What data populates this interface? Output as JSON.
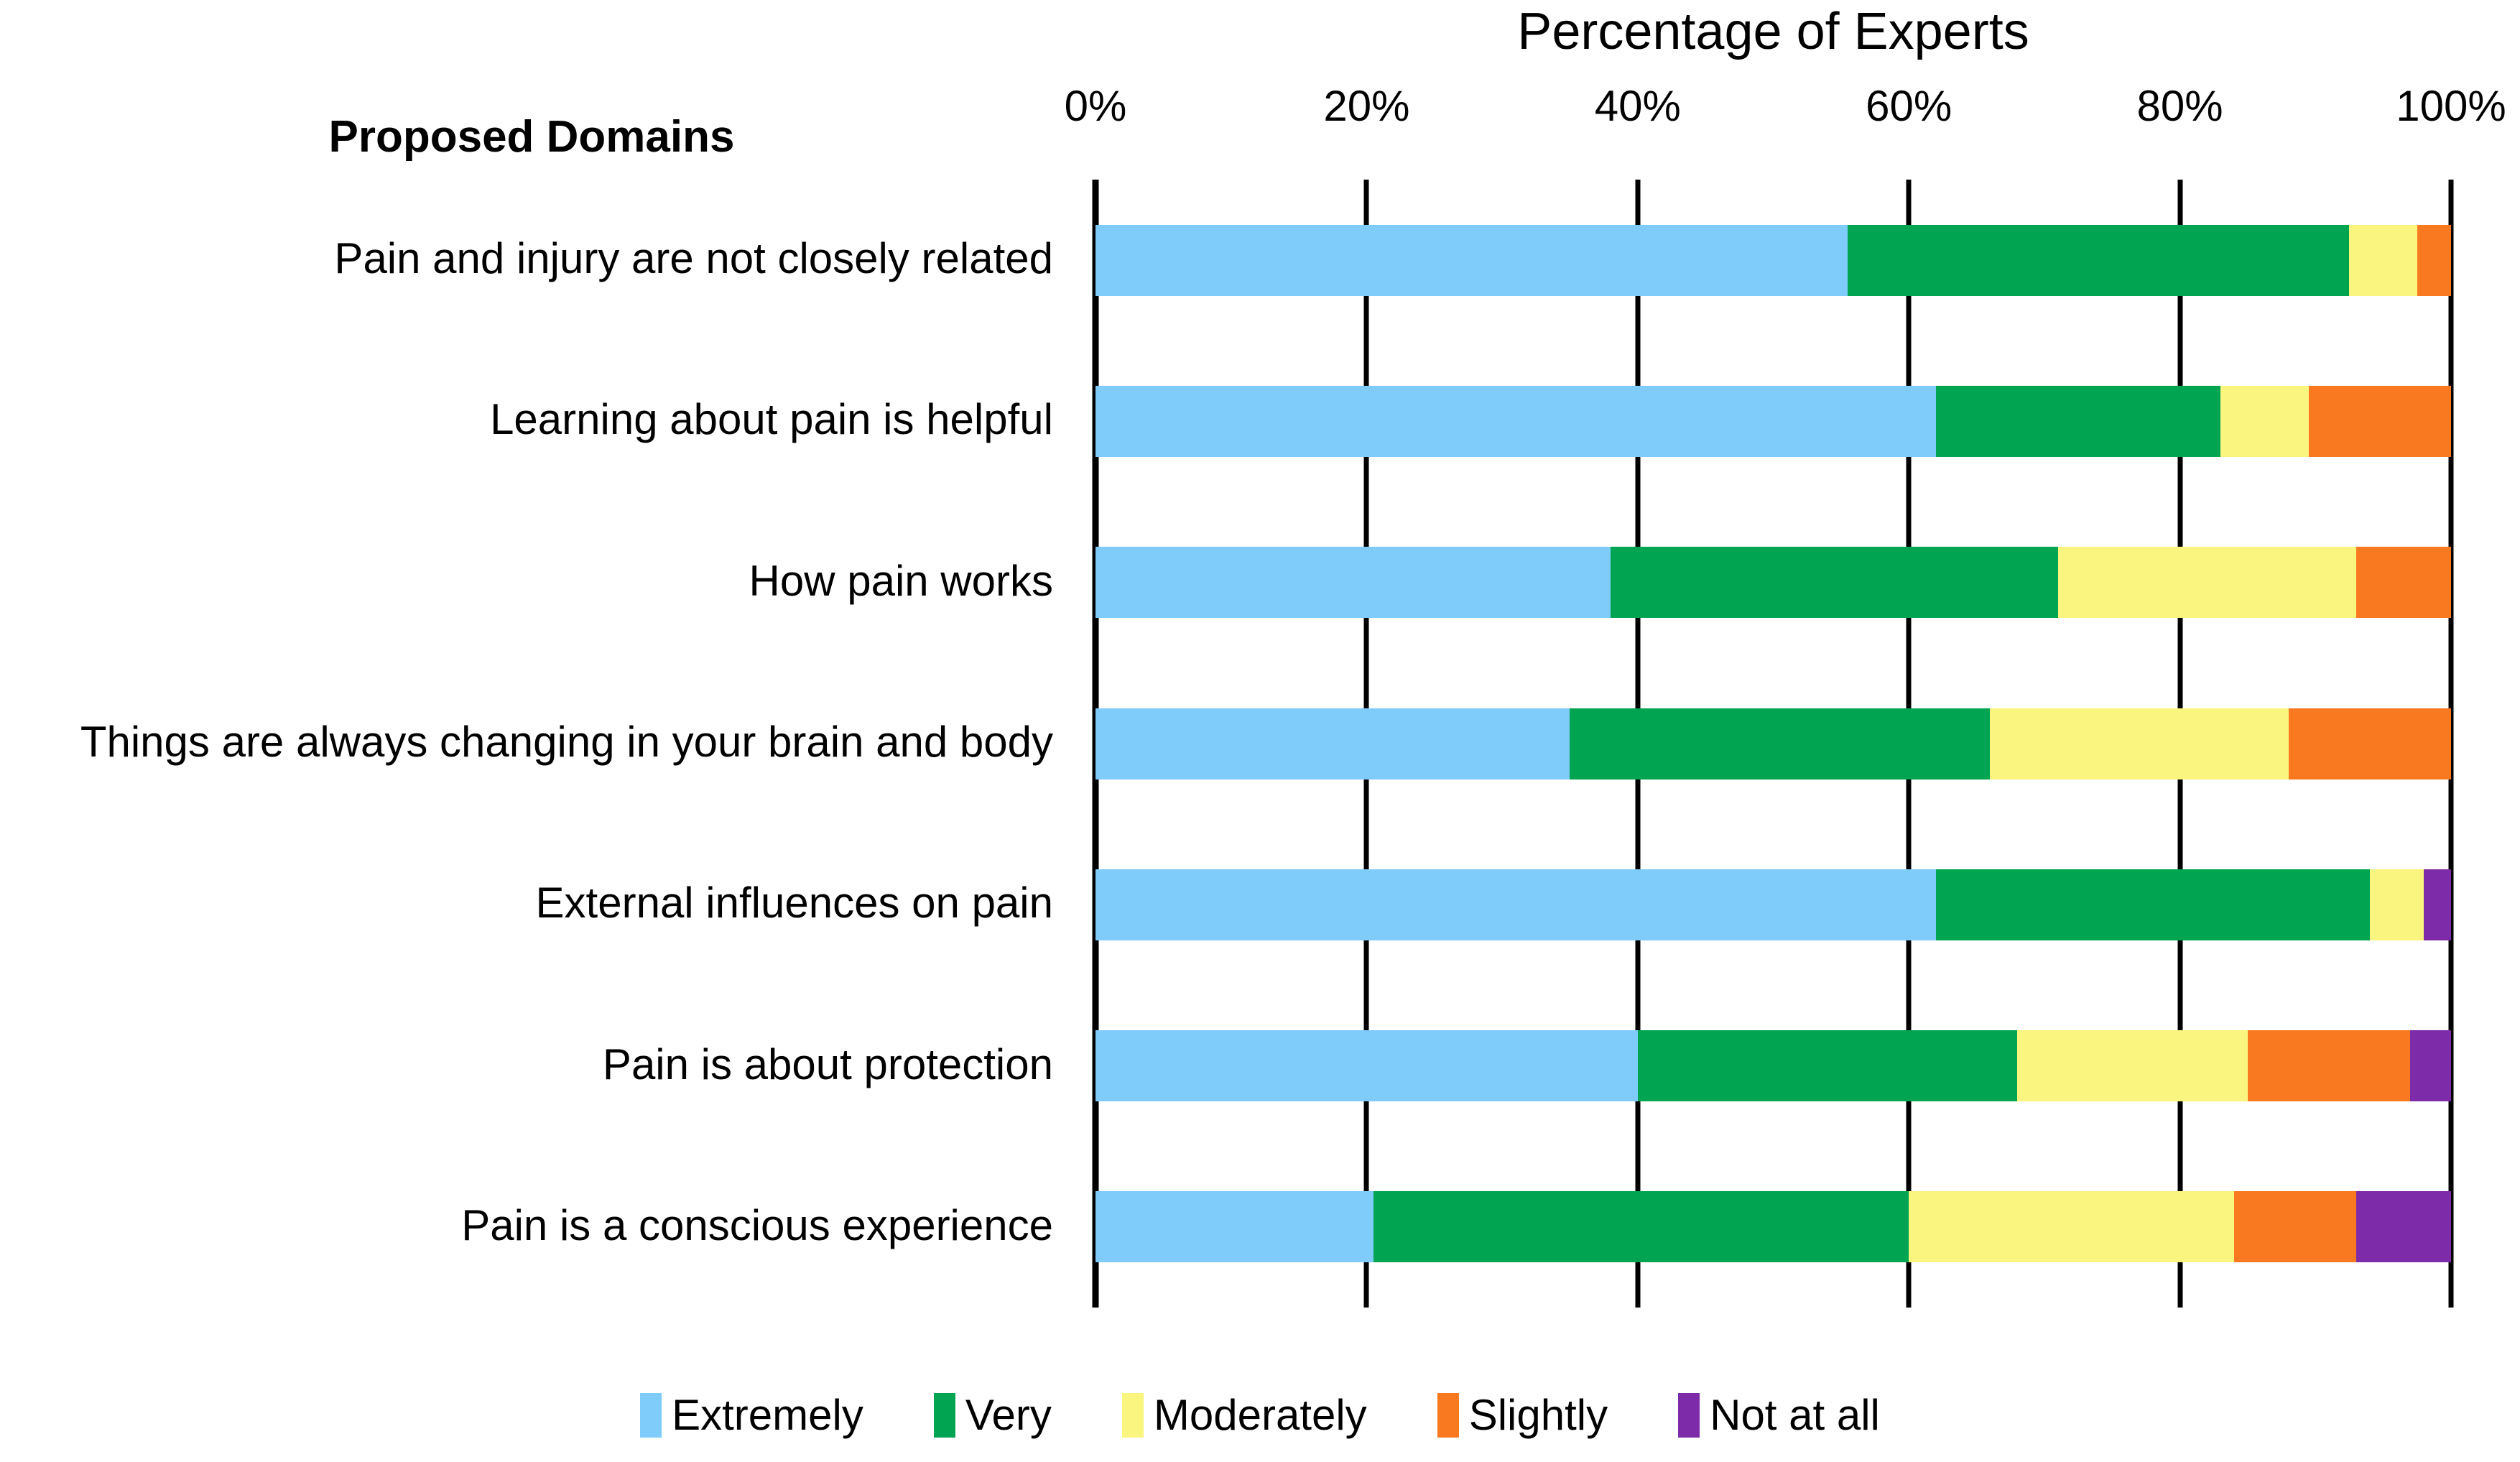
{
  "chart_data": {
    "type": "bar",
    "orientation": "horizontal",
    "stacked": true,
    "stack_mode": "percent",
    "title": "Percentage of Experts",
    "xlabel": "Percentage of Experts",
    "ylabel": "Proposed Domains",
    "xlim": [
      0,
      100
    ],
    "xticks": [
      0,
      20,
      40,
      60,
      80,
      100
    ],
    "xticklabels": [
      "0%",
      "20%",
      "40%",
      "60%",
      "80%",
      "100%"
    ],
    "grid": false,
    "legend_position": "bottom",
    "categories": [
      "Pain and injury are not closely related",
      "Learning about pain is helpful",
      "How  pain works",
      "Things  are always changing in your brain and body",
      "External influences on pain",
      "Pain is about protection",
      "Pain is a conscious experience"
    ],
    "series": [
      {
        "name": "Extremely",
        "color": "#7FCCFB",
        "values": [
          55.5,
          62.0,
          38.0,
          35.0,
          62.0,
          40.0,
          20.5
        ]
      },
      {
        "name": "Very",
        "color": "#00A451",
        "values": [
          37.0,
          21.0,
          33.0,
          31.0,
          32.0,
          28.0,
          39.5
        ]
      },
      {
        "name": "Moderately",
        "color": "#FAF57F",
        "values": [
          5.0,
          6.5,
          22.0,
          22.0,
          4.0,
          17.0,
          24.0
        ]
      },
      {
        "name": "Slightly",
        "color": "#F97920",
        "values": [
          2.5,
          10.5,
          7.0,
          12.0,
          0.0,
          12.0,
          9.0
        ]
      },
      {
        "name": "Not at all",
        "color": "#7D2BA8",
        "values": [
          0.0,
          0.0,
          0.0,
          0.0,
          2.0,
          3.0,
          7.0
        ]
      }
    ]
  },
  "legend": {
    "items": [
      {
        "label": "Extremely",
        "color": "#7FCCFB"
      },
      {
        "label": "Very",
        "color": "#00A451"
      },
      {
        "label": "Moderately",
        "color": "#FAF57F"
      },
      {
        "label": "Slightly",
        "color": "#F97920"
      },
      {
        "label": "Not at all",
        "color": "#7D2BA8"
      }
    ]
  }
}
